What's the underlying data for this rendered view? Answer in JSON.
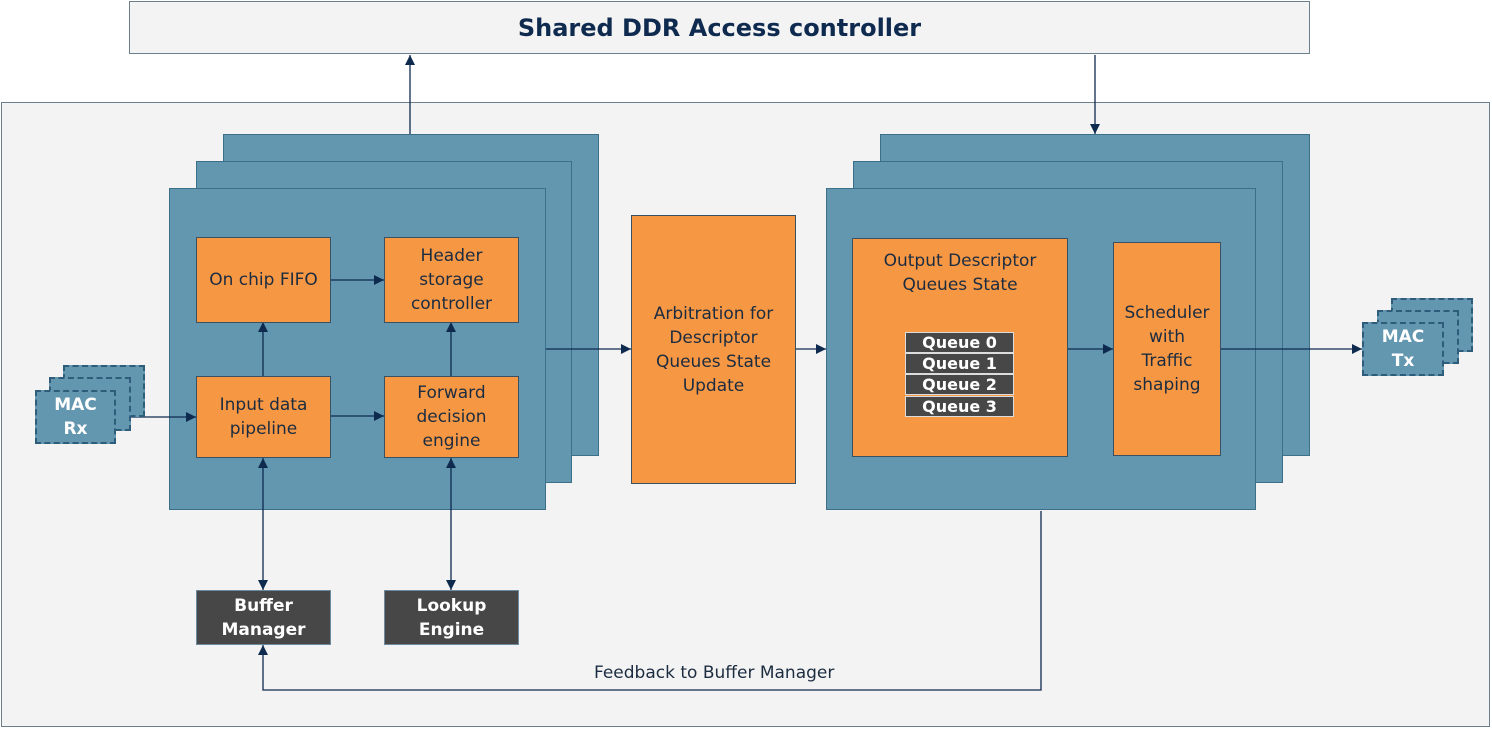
{
  "ddr_controller": {
    "label": "Shared DDR Access controller"
  },
  "ingress": {
    "on_chip_fifo": "On chip FIFO",
    "header_storage": "Header\nstorage\ncontroller",
    "input_pipeline": "Input data\npipeline",
    "forward_engine": "Forward\ndecision\nengine"
  },
  "arbitration": {
    "label": "Arbitration for\nDescriptor\nQueues State\nUpdate"
  },
  "egress": {
    "output_queues_title": "Output Descriptor\nQueues State",
    "queues": [
      "Queue 0",
      "Queue 1",
      "Queue 2",
      "Queue 3"
    ],
    "scheduler": "Scheduler\nwith\nTraffic\nshaping"
  },
  "mac_rx": {
    "label": "MAC\nRx"
  },
  "mac_tx": {
    "label": "MAC\nTx"
  },
  "buffer_manager": {
    "label": "Buffer\nManager"
  },
  "lookup_engine": {
    "label": "Lookup\nEngine"
  },
  "feedback": {
    "label": "Feedback to Buffer Manager"
  },
  "colors": {
    "orange": "#f69744",
    "teal": "#6397b0",
    "dark_box": "#474747",
    "arrow": "#0f2a4f",
    "background": "#f3f3f3"
  }
}
